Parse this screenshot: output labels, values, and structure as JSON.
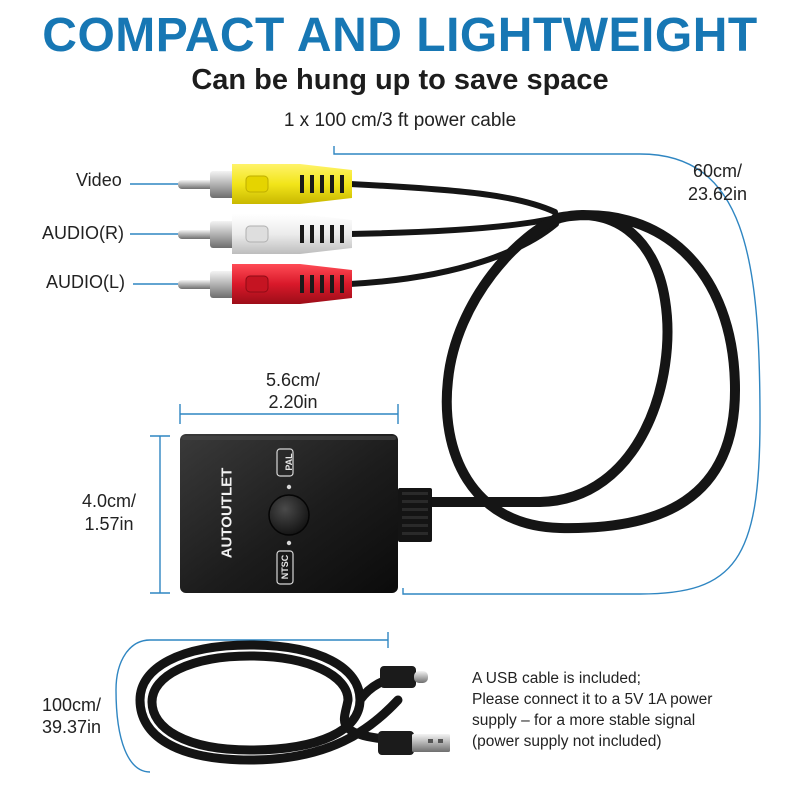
{
  "headline": "COMPACT AND LIGHTWEIGHT",
  "subheadline": "Can be hung up to save space",
  "power_cable_note": "1 x 100 cm/3 ft power cable",
  "connector_labels": {
    "video": "Video",
    "audio_right": "AUDIO(R)",
    "audio_left": "AUDIO(L)"
  },
  "dimensions": {
    "cable_length": [
      "60cm/",
      "23.62in"
    ],
    "device_width": [
      "5.6cm/",
      "2.20in"
    ],
    "device_height": [
      "4.0cm/",
      "1.57in"
    ],
    "usb_cable_length": [
      "100cm/",
      "39.37in"
    ]
  },
  "device": {
    "brand": "AUTOUTLET",
    "switch_top_label": "PAL",
    "switch_bottom_label": "NTSC"
  },
  "usb_note_lines": [
    "A USB cable is included;",
    "Please connect it to a 5V 1A power",
    "supply – for a more stable signal",
    "(power supply not included)"
  ],
  "colors": {
    "headline": "#1777b4",
    "dimension_line": "#2f86c2",
    "plug_video": "#f2e51a",
    "plug_audio_right": "#ececec",
    "plug_audio_left": "#d9192a",
    "cable": "#151515"
  }
}
